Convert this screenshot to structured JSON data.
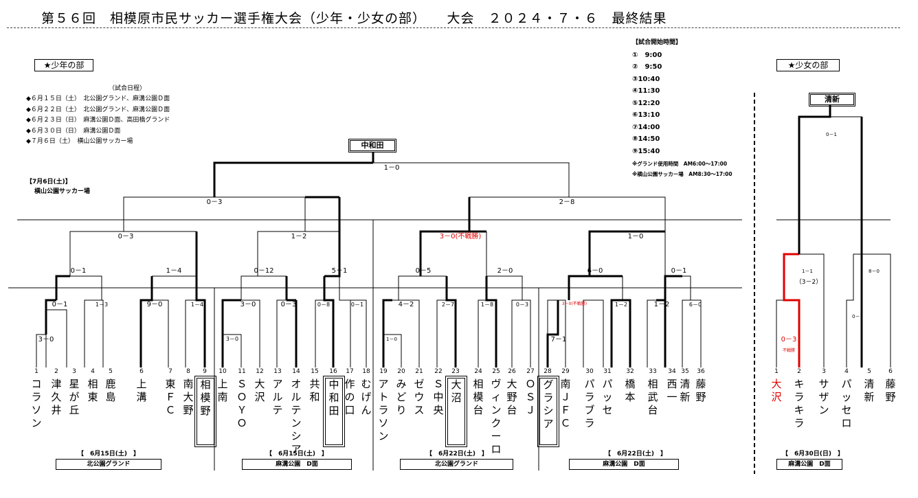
{
  "title": "第５６回　相模原市民サッカー選手権大会（少年・少女の部）　　大会　２０２４・７・６　最終結果",
  "boys_label": "★少年の部",
  "girls_label": "★少女の部",
  "schedule": {
    "heading": "（試合日程）",
    "lines": [
      "◆６月１５日（土）　北公園グランド、麻溝公園Ｄ面",
      "◆６月２２日（土）　北公園グランド、麻溝公園Ｄ面",
      "◆６月２３日（日）　麻溝公園Ｄ面、高田橋グランド",
      "◆６月３０日（日）　麻溝公園Ｄ面",
      "◆７月６日（土）　横山公園サッカー場"
    ]
  },
  "final_day": {
    "date": "【7月6日(土)】",
    "venue": "横山公園サッカー場"
  },
  "start_times": {
    "heading": "【試合開始時間】",
    "items": [
      "①　9:00",
      "②　9:50",
      "③10:40",
      "④11:30",
      "⑤12:20",
      "⑥13:10",
      "⑦14:00",
      "⑧14:50",
      "⑨15:40"
    ],
    "notes": [
      "※グランド使用時間　AM6:00～17:00",
      "※横山公園サッカー場　AM8:30～17:00"
    ]
  },
  "boys_champion": "中和田",
  "girls_champion": "清新",
  "boys_teams": [
    {
      "no": "1",
      "name": "コラソン"
    },
    {
      "no": "2",
      "name": "津久井"
    },
    {
      "no": "3",
      "name": "星が丘"
    },
    {
      "no": "4",
      "name": "相東"
    },
    {
      "no": "5",
      "name": "鹿島"
    },
    {
      "no": "6",
      "name": "上溝"
    },
    {
      "no": "7",
      "name": "東ＦＣ"
    },
    {
      "no": "8",
      "name": "南大野"
    },
    {
      "no": "9",
      "name": "相模野"
    },
    {
      "no": "10",
      "name": "上南"
    },
    {
      "no": "11",
      "name": "ＳＯＹＯ"
    },
    {
      "no": "12",
      "name": "大沢"
    },
    {
      "no": "13",
      "name": "アルテ"
    },
    {
      "no": "14",
      "name": "オルテンシア"
    },
    {
      "no": "15",
      "name": "共和"
    },
    {
      "no": "16",
      "name": "中和田"
    },
    {
      "no": "17",
      "name": "作の口"
    },
    {
      "no": "18",
      "name": "むげん"
    },
    {
      "no": "19",
      "name": "アトラソン"
    },
    {
      "no": "20",
      "name": "みどり"
    },
    {
      "no": "21",
      "name": "ゼウス"
    },
    {
      "no": "22",
      "name": "Ｓ中央"
    },
    {
      "no": "23",
      "name": "大沼"
    },
    {
      "no": "24",
      "name": "相模台"
    },
    {
      "no": "25",
      "name": "ヴィンクーロ"
    },
    {
      "no": "26",
      "name": "大野台"
    },
    {
      "no": "27",
      "name": "ＯＳＪ"
    },
    {
      "no": "28",
      "name": "グラシア"
    },
    {
      "no": "29",
      "name": "南ＪＦＣ"
    },
    {
      "no": "30",
      "name": "パラブラ"
    },
    {
      "no": "31",
      "name": "パッセ"
    },
    {
      "no": "32",
      "name": "橋本"
    },
    {
      "no": "33",
      "name": "相武台"
    },
    {
      "no": "34",
      "name": "西一"
    },
    {
      "no": "35",
      "name": "清新"
    },
    {
      "no": "36",
      "name": "藤野"
    }
  ],
  "girls_teams": [
    {
      "no": "1",
      "name": "大沢"
    },
    {
      "no": "2",
      "name": "キラキラ"
    },
    {
      "no": "3",
      "name": "サザン"
    },
    {
      "no": "4",
      "name": "パッセロ"
    },
    {
      "no": "5",
      "name": "清新"
    },
    {
      "no": "6",
      "name": "藤野"
    }
  ],
  "scores": {
    "final": "1－0",
    "semi_left": "0－3",
    "semi_right": "2－8",
    "qf": [
      "0－3",
      "1－2",
      "3－0(不戦勝)",
      "1－0"
    ],
    "r16": [
      "0－1",
      "1－4",
      "0－12",
      "5－1",
      "0－5",
      "2－0",
      "6－0",
      "0－1"
    ],
    "r32": [
      "0－1",
      "1－3",
      "9－0",
      "1－4",
      "3－0",
      "0－3",
      "0－8",
      "0－1",
      "4－2",
      "2－7",
      "1－8",
      "0－3",
      "7－1",
      "3－0(不戦勝)",
      "1－2",
      "1－2",
      "6－0"
    ],
    "r64": [
      "3－0",
      "3－0",
      "1－0"
    ],
    "girls": {
      "final": "0－1",
      "semi_left": "1－1",
      "semi_left_pk": "（3－2）",
      "semi_right": "8－0",
      "r1_left": "0－3",
      "r1_left_note": "不戦勝",
      "r1_right": "0－1"
    }
  },
  "venues": [
    {
      "date": "【　6月15日(土)　】",
      "venue": "北公園グランド"
    },
    {
      "date": "【　6月15日(土)　】",
      "venue": "麻溝公園　D面"
    },
    {
      "date": "【　6月22日(土)　】",
      "venue": "北公園グランド"
    },
    {
      "date": "【　6月22日(土)　】",
      "venue": "麻溝公園　D面"
    },
    {
      "date": "【　6月30日(日)　】",
      "venue": "麻溝公園　D面"
    }
  ],
  "colors": {
    "highlight": "#e00000",
    "line": "#000000"
  }
}
